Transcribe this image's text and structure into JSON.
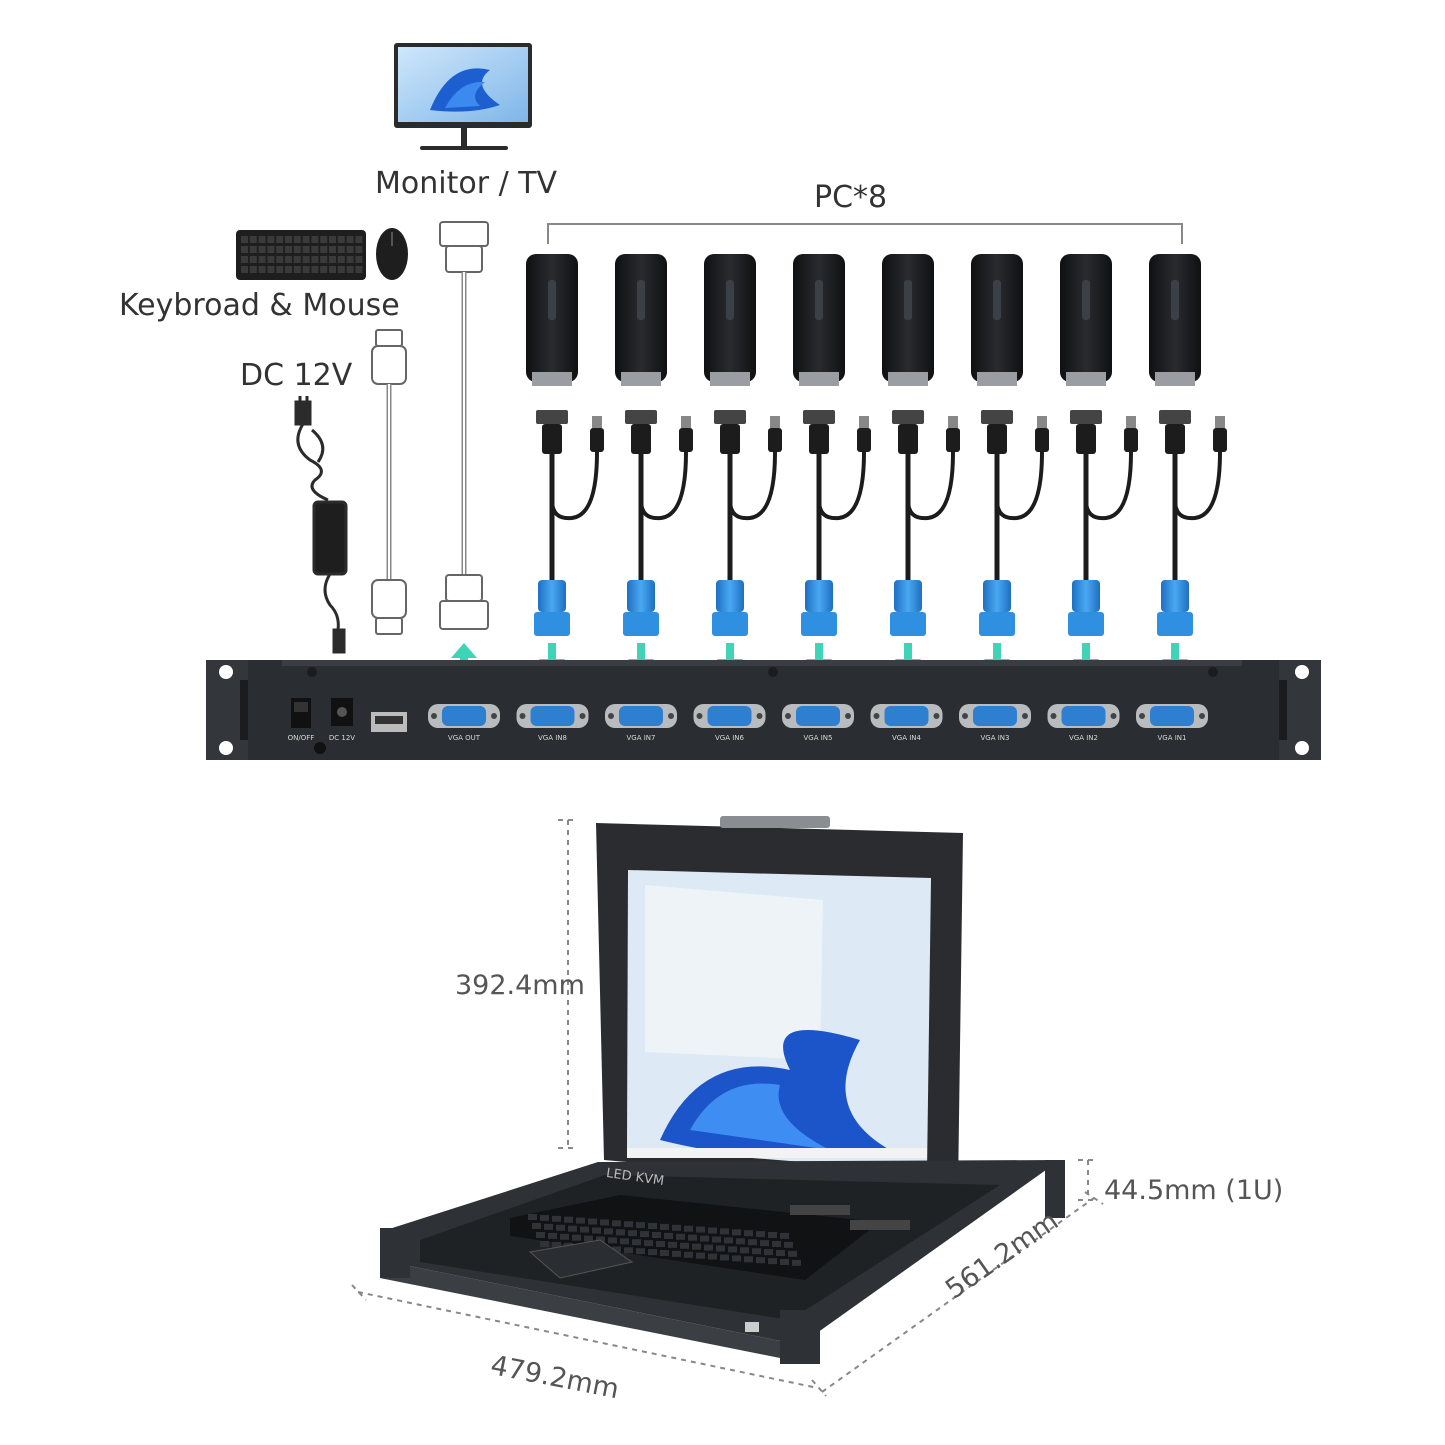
{
  "labels": {
    "monitor": "Monitor / TV",
    "pcs": "PC*8",
    "keyboard_mouse": "Keybroad & Mouse",
    "dc": "DC 12V"
  },
  "panel": {
    "power_label": "ON/OFF",
    "dc_label": "DC 12V",
    "ports": [
      "VGA OUT",
      "VGA IN8",
      "VGA IN7",
      "VGA IN6",
      "VGA IN5",
      "VGA IN4",
      "VGA IN3",
      "VGA IN2",
      "VGA IN1"
    ]
  },
  "kvm": {
    "brand": "LED KVM"
  },
  "dimensions": {
    "height": "392.4mm",
    "thickness": "44.5mm (1U)",
    "depth": "561.2mm",
    "width": "479.2mm"
  },
  "colors": {
    "vga_blue": "#2f8fe0",
    "arrow_teal": "#3fd4b6",
    "device_dark": "#2c2f33"
  },
  "icons": [
    "monitor-icon",
    "keyboard-icon",
    "mouse-icon",
    "power-adapter-icon",
    "usb-cable-icon",
    "vga-cable-icon",
    "mini-pc-icon",
    "kvm-cable-icon"
  ]
}
